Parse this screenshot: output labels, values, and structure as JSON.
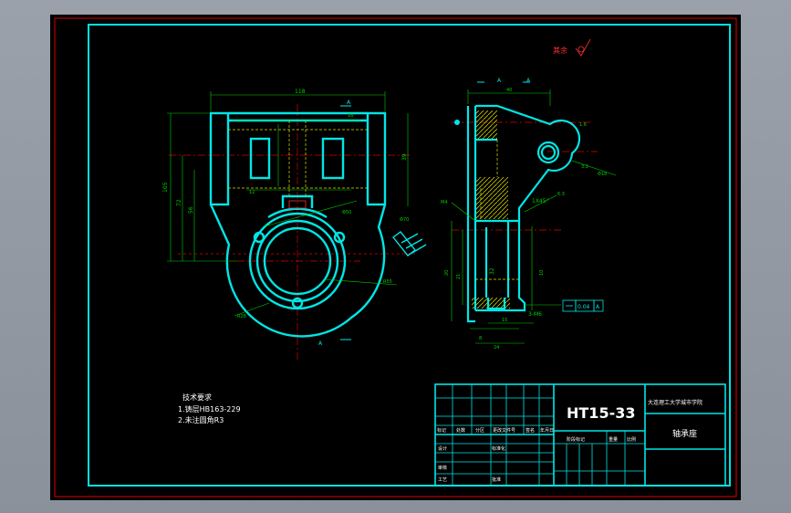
{
  "drawing": {
    "roughness_label": "其余",
    "tech_req": {
      "title": "技术要求",
      "lines": [
        "1.铸层HB163-229",
        "2.未注圆角R3"
      ]
    },
    "dims": {
      "top_width": "118",
      "height_ext": "105",
      "h_72": "72",
      "h_56": "56",
      "h_39": "39",
      "side_top": "40",
      "section_a_top": "A",
      "section_a_bottom": "A",
      "chamfer": "1X45°",
      "m4": "M4",
      "tol": "0.04",
      "datum": "A",
      "threads": "3-M6",
      "d_32": "32",
      "d_24": "24",
      "d_15": "15",
      "d_21": "21",
      "d_20": "20",
      "d_12": "12",
      "r_55": "R55",
      "r_28": "R28",
      "phi_18": "Φ18",
      "phi_50": "Φ50",
      "phi_70": "Φ70",
      "rough_63": "6.3",
      "rough_16": "1.6",
      "rough_32": "3.2",
      "d_16": "16",
      "d_10": "10",
      "d_8": "8"
    },
    "title_block": {
      "code": "HT15-33",
      "school": "大连理工大学城市学院",
      "part_name": "轴承座",
      "labels": [
        "标记",
        "处数",
        "分区",
        "更改文件号",
        "签名",
        "年月日"
      ],
      "design": "设计",
      "check": "审核",
      "process": "工艺",
      "std": "标准化",
      "approve": "批准",
      "stage": "阶段标记",
      "weight": "重量",
      "ratio": "比例"
    }
  }
}
